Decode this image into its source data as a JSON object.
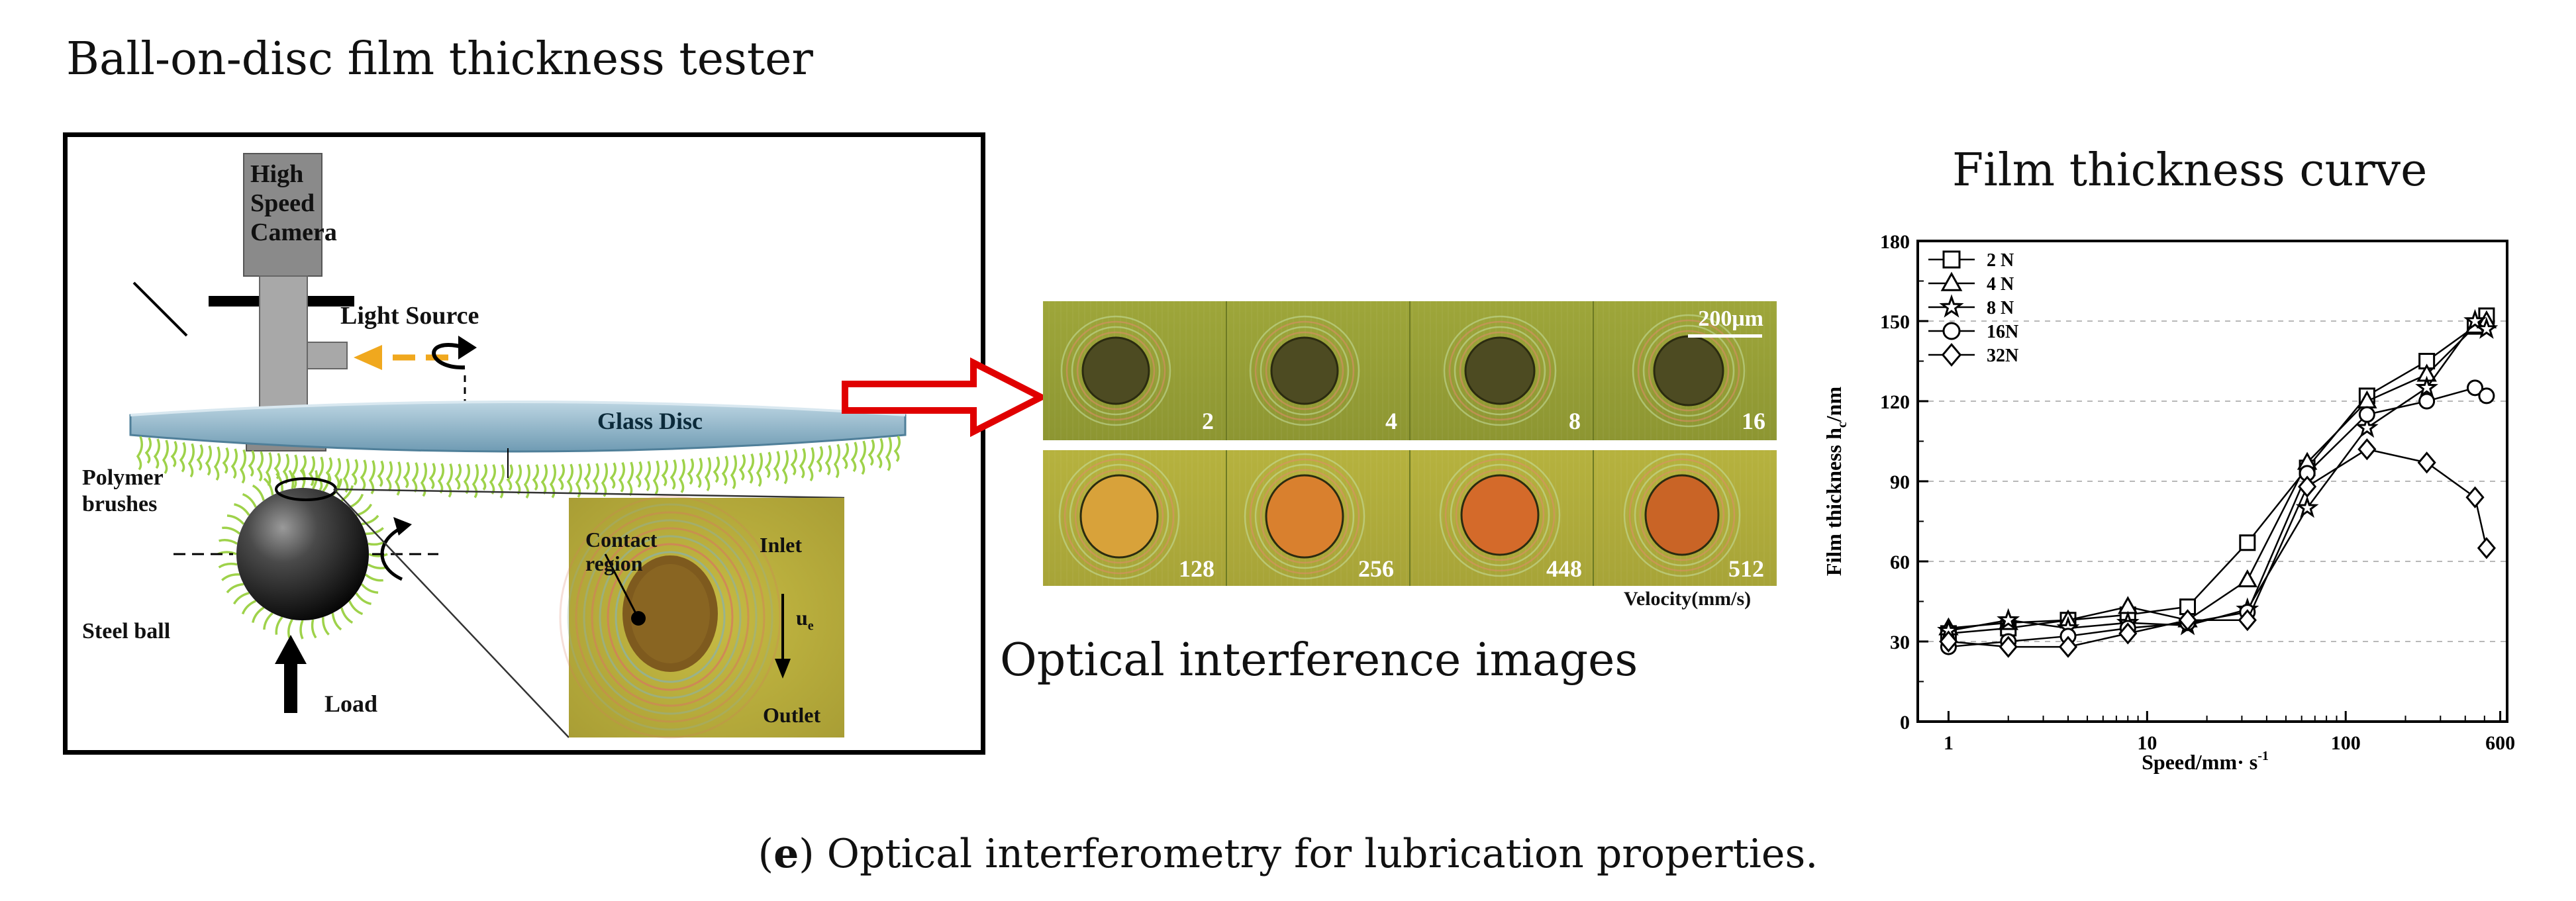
{
  "titles": {
    "tester": "Ball-on-disc film thickness tester",
    "interference": "Optical interference images",
    "curve": "Film thickness curve"
  },
  "caption": {
    "label": "e",
    "text": ") Optical interferometry for lubrication properties."
  },
  "apparatus": {
    "camera": [
      "High",
      "Speed",
      "Camera"
    ],
    "light_source": "Light Source",
    "glass_disc": "Glass Disc",
    "polymer_brushes": [
      "Polymer",
      "brushes"
    ],
    "steel_ball": "Steel ball",
    "load": "Load",
    "inset": {
      "contact_region": [
        "Contact",
        "region"
      ],
      "inlet": "Inlet",
      "ue": "u",
      "ue_sub": "e",
      "outlet": "Outlet"
    },
    "colors": {
      "light_arrow": "#f0a81e",
      "disc": "#8fb7cc",
      "brushes": "#9ed24a",
      "inset_bg": "#b7ad3e"
    }
  },
  "interference": {
    "scale_bar": "200μm",
    "top_row": [
      "2",
      "4",
      "8",
      "16"
    ],
    "bottom_row": [
      "128",
      "256",
      "448",
      "512"
    ],
    "velocity_label": "Velocity(mm/s)",
    "arrow_color": "#e00000"
  },
  "chart_data": {
    "type": "line",
    "title": "Film thickness curve",
    "xlabel": "Speed/mm· s",
    "xlabel_sup": "-1",
    "ylabel": "Film thickness h",
    "ylabel_sub": "c",
    "ylabel_unit": "/nm",
    "x_scale": "log",
    "xlim": [
      0.7,
      650
    ],
    "ylim": [
      0,
      180
    ],
    "x_ticks": [
      "1",
      "10",
      "100",
      "600"
    ],
    "y_ticks": [
      "0",
      "30",
      "60",
      "90",
      "120",
      "150",
      "180"
    ],
    "grid": "horizontal dashed",
    "legend_position": "top-left",
    "x": [
      1,
      2,
      4,
      8,
      16,
      32,
      64,
      128,
      256,
      448,
      512
    ],
    "series": [
      {
        "name": "2 N",
        "marker": "square",
        "values": [
          33,
          35,
          38,
          40,
          43,
          67,
          95,
          122,
          135,
          148,
          152
        ]
      },
      {
        "name": "4 N",
        "marker": "triangle",
        "values": [
          35,
          37,
          38,
          43,
          38,
          53,
          97,
          120,
          130,
          148,
          150
        ]
      },
      {
        "name": "8 N",
        "marker": "star",
        "values": [
          34,
          38,
          35,
          37,
          36,
          42,
          80,
          110,
          125,
          150,
          147
        ]
      },
      {
        "name": "16N",
        "marker": "circle",
        "values": [
          28,
          30,
          32,
          35,
          37,
          41,
          93,
          115,
          120,
          125,
          122
        ]
      },
      {
        "name": "32N",
        "marker": "diamond",
        "values": [
          30,
          28,
          28,
          33,
          38,
          38,
          88,
          102,
          97,
          84,
          65
        ]
      }
    ]
  }
}
